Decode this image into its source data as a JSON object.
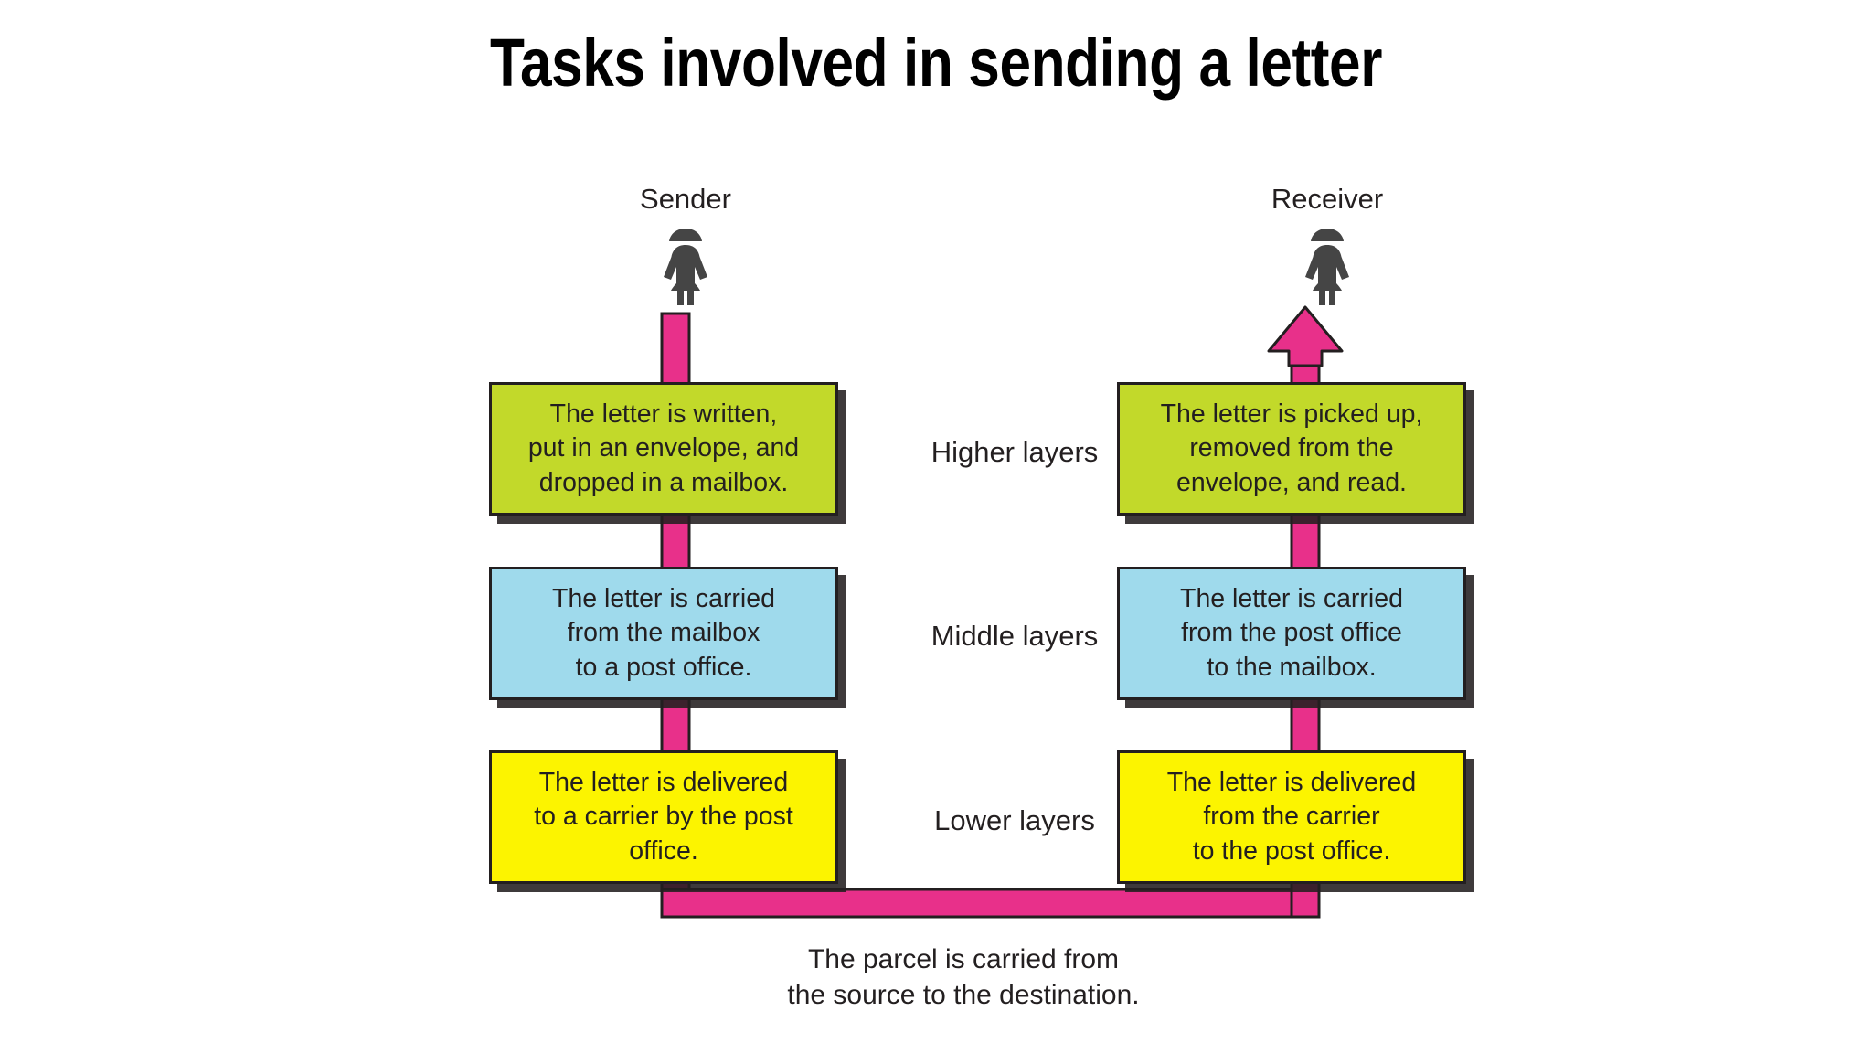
{
  "slide": {
    "title": "Tasks involved in sending a letter",
    "background_color": "#ffffff"
  },
  "colors": {
    "higher_layer": "#c2d92a",
    "middle_layer": "#9fdaec",
    "lower_layer": "#fcf400",
    "path": "#e8308a",
    "outline": "#231f20",
    "figure": "#454545",
    "text": "#231f20"
  },
  "endpoints": {
    "sender": {
      "label": "Sender",
      "icon": "person-figure-icon"
    },
    "receiver": {
      "label": "Receiver",
      "icon": "person-figure-icon"
    }
  },
  "layers": [
    {
      "key": "higher",
      "label": "Higher layers",
      "color": "#c2d92a"
    },
    {
      "key": "middle",
      "label": "Middle layers",
      "color": "#9fdaec"
    },
    {
      "key": "lower",
      "label": "Lower layers",
      "color": "#fcf400"
    }
  ],
  "sender_stages": {
    "higher": {
      "line1": "The letter is written,",
      "line2": "put in an envelope, and",
      "line3": "dropped in a mailbox."
    },
    "middle": {
      "line1": "The letter is carried",
      "line2": "from the mailbox",
      "line3": "to a post office."
    },
    "lower": {
      "line1": "The letter is delivered",
      "line2": "to a carrier by the post",
      "line3": "office."
    }
  },
  "receiver_stages": {
    "higher": {
      "line1": "The letter is picked up,",
      "line2": "removed from the",
      "line3": "envelope, and read."
    },
    "middle": {
      "line1": "The letter is carried",
      "line2": "from the post office",
      "line3": "to the mailbox."
    },
    "lower": {
      "line1": "The letter is delivered",
      "line2": "from the carrier",
      "line3": "to the post office."
    }
  },
  "bottom_caption": {
    "line1": "The parcel is carried from",
    "line2": "the source to the destination."
  },
  "path": {
    "direction": "sender-down-across-up-to-receiver",
    "arrow_head": "up-arrow-at-receiver"
  }
}
